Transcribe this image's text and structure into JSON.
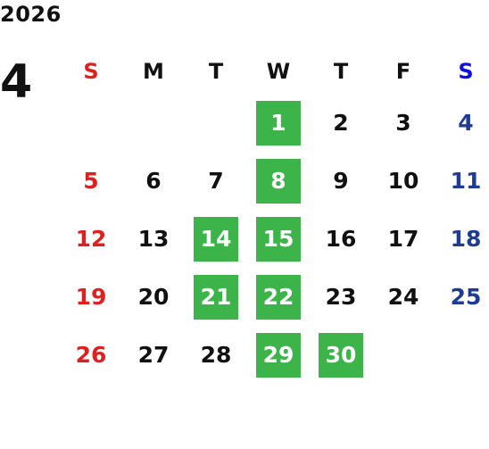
{
  "year": "2026",
  "month": "4",
  "weekdays": [
    "S",
    "M",
    "T",
    "W",
    "T",
    "F",
    "S"
  ],
  "weeks": [
    [
      "",
      "",
      "",
      "1",
      "2",
      "3",
      "4"
    ],
    [
      "5",
      "6",
      "7",
      "8",
      "9",
      "10",
      "11"
    ],
    [
      "12",
      "13",
      "14",
      "15",
      "16",
      "17",
      "18"
    ],
    [
      "19",
      "20",
      "21",
      "22",
      "23",
      "24",
      "25"
    ],
    [
      "26",
      "27",
      "28",
      "29",
      "30",
      "",
      ""
    ]
  ],
  "highlighted_days": [
    "1",
    "8",
    "14",
    "15",
    "21",
    "22",
    "29",
    "30"
  ],
  "colors": {
    "highlight": "#3cb44a",
    "sunday": "#e02020",
    "saturday": "#1e3c96",
    "saturday_header": "#1010e0"
  }
}
